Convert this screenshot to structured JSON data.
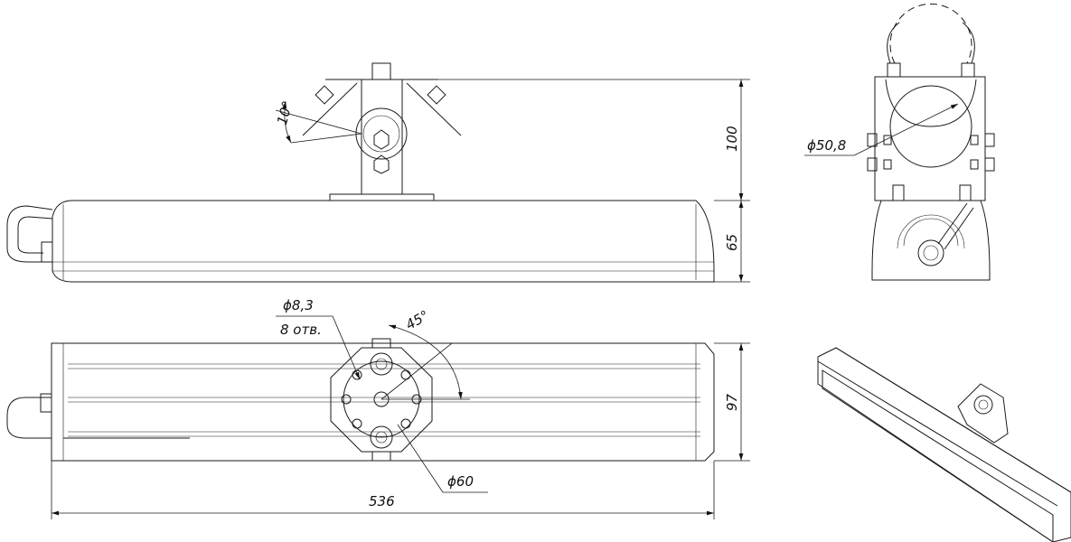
{
  "title": "Luminaire dimensional drawing",
  "dimensions": {
    "tilt_angle": "10°",
    "bracket_height": "100",
    "body_height": "65",
    "pipe_diameter": "ϕ50,8",
    "hole_diameter": "ϕ8,3",
    "hole_count": "8 отв.",
    "rotation_angle": "45°",
    "body_width": "97",
    "mount_diameter": "ϕ60",
    "body_length": "536"
  },
  "colors": {
    "line": "#1a1a1a",
    "background": "#ffffff"
  }
}
